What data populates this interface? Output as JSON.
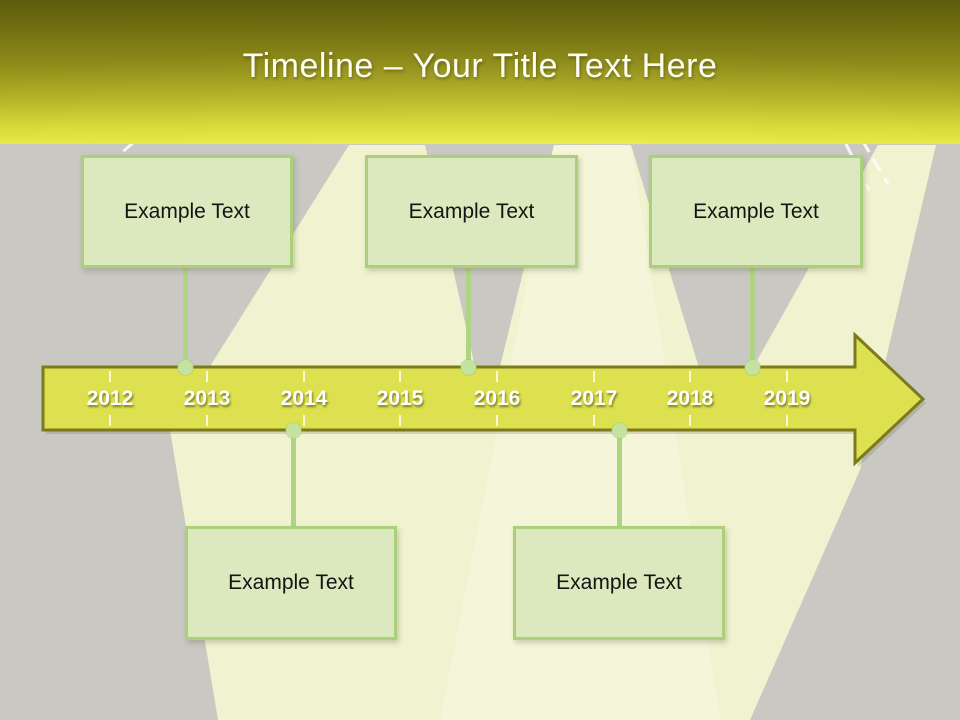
{
  "slide": {
    "title": "Timeline – Your Title Text Here"
  },
  "timeline": {
    "years": [
      "2012",
      "2013",
      "2014",
      "2015",
      "2016",
      "2017",
      "2018",
      "2019"
    ]
  },
  "events": {
    "top": [
      {
        "label": "Example Text"
      },
      {
        "label": "Example Text"
      },
      {
        "label": "Example Text"
      }
    ],
    "bottom": [
      {
        "label": "Example Text"
      },
      {
        "label": "Example Text"
      }
    ]
  },
  "colors": {
    "header_gradient_top": "#5e5d0d",
    "header_gradient_bottom": "#e6e744",
    "title_text": "#fdfdf2",
    "background_gray": "#c9c8c2",
    "ray_yellow": "#f1f2cf",
    "arrow_fill": "#dde04f",
    "arrow_border": "#7b7a1c",
    "year_text": "#ffffff",
    "box_fill": "#dce8bd",
    "box_border": "#abd07c",
    "connector_green": "#aed584",
    "dot_green": "#c5e3a0"
  }
}
